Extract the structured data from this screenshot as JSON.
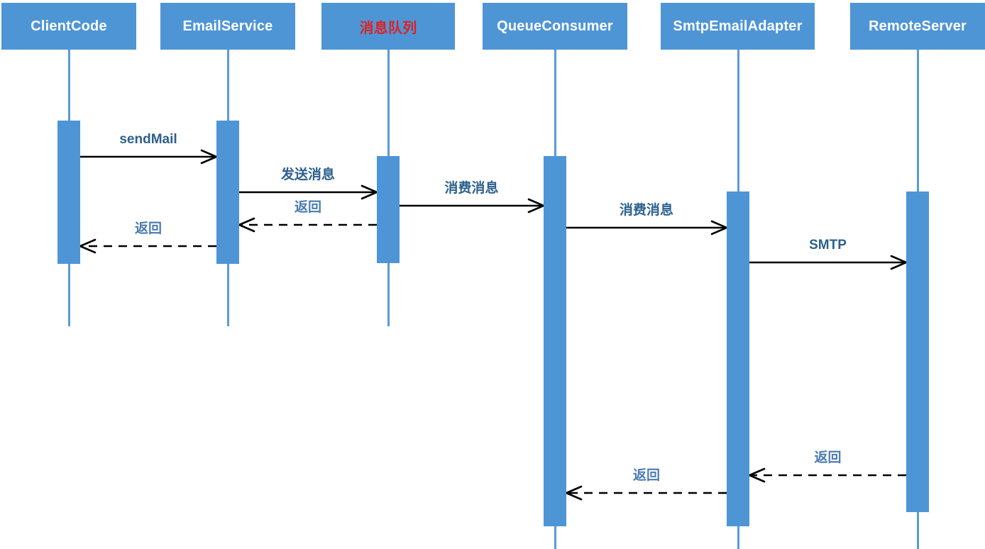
{
  "diagram": {
    "type": "sequence-diagram",
    "colors": {
      "participant_fill": "#4e95d6",
      "participant_text": "#ffffff",
      "queue_text": "#e02020",
      "lifeline": "#5b9bd5",
      "activation_fill": "#4e95d6",
      "arrow": "#000000",
      "label_solid": "#2d608f",
      "label_return": "#4a7cb0",
      "background": "#ffffff"
    },
    "participants": [
      {
        "id": "ClientCode",
        "label": "ClientCode",
        "text_color": "#ffffff"
      },
      {
        "id": "EmailService",
        "label": "EmailService",
        "text_color": "#ffffff"
      },
      {
        "id": "MessageQueue",
        "label": "消息队列",
        "text_color": "#e02020"
      },
      {
        "id": "QueueConsumer",
        "label": "QueueConsumer",
        "text_color": "#ffffff"
      },
      {
        "id": "SmtpEmailAdapter",
        "label": "SmtpEmailAdapter",
        "text_color": "#ffffff"
      },
      {
        "id": "RemoteServer",
        "label": "RemoteServer",
        "text_color": "#ffffff"
      }
    ],
    "messages": [
      {
        "from": "ClientCode",
        "to": "EmailService",
        "label": "sendMail",
        "style": "solid"
      },
      {
        "from": "EmailService",
        "to": "MessageQueue",
        "label": "发送消息",
        "style": "solid"
      },
      {
        "from": "MessageQueue",
        "to": "EmailService",
        "label": "返回",
        "style": "dashed"
      },
      {
        "from": "EmailService",
        "to": "ClientCode",
        "label": "返回",
        "style": "dashed"
      },
      {
        "from": "MessageQueue",
        "to": "QueueConsumer",
        "label": "消费消息",
        "style": "solid"
      },
      {
        "from": "QueueConsumer",
        "to": "SmtpEmailAdapter",
        "label": "消费消息",
        "style": "solid"
      },
      {
        "from": "SmtpEmailAdapter",
        "to": "RemoteServer",
        "label": "SMTP",
        "style": "solid"
      },
      {
        "from": "RemoteServer",
        "to": "SmtpEmailAdapter",
        "label": "返回",
        "style": "dashed"
      },
      {
        "from": "SmtpEmailAdapter",
        "to": "QueueConsumer",
        "label": "返回",
        "style": "dashed"
      }
    ]
  }
}
